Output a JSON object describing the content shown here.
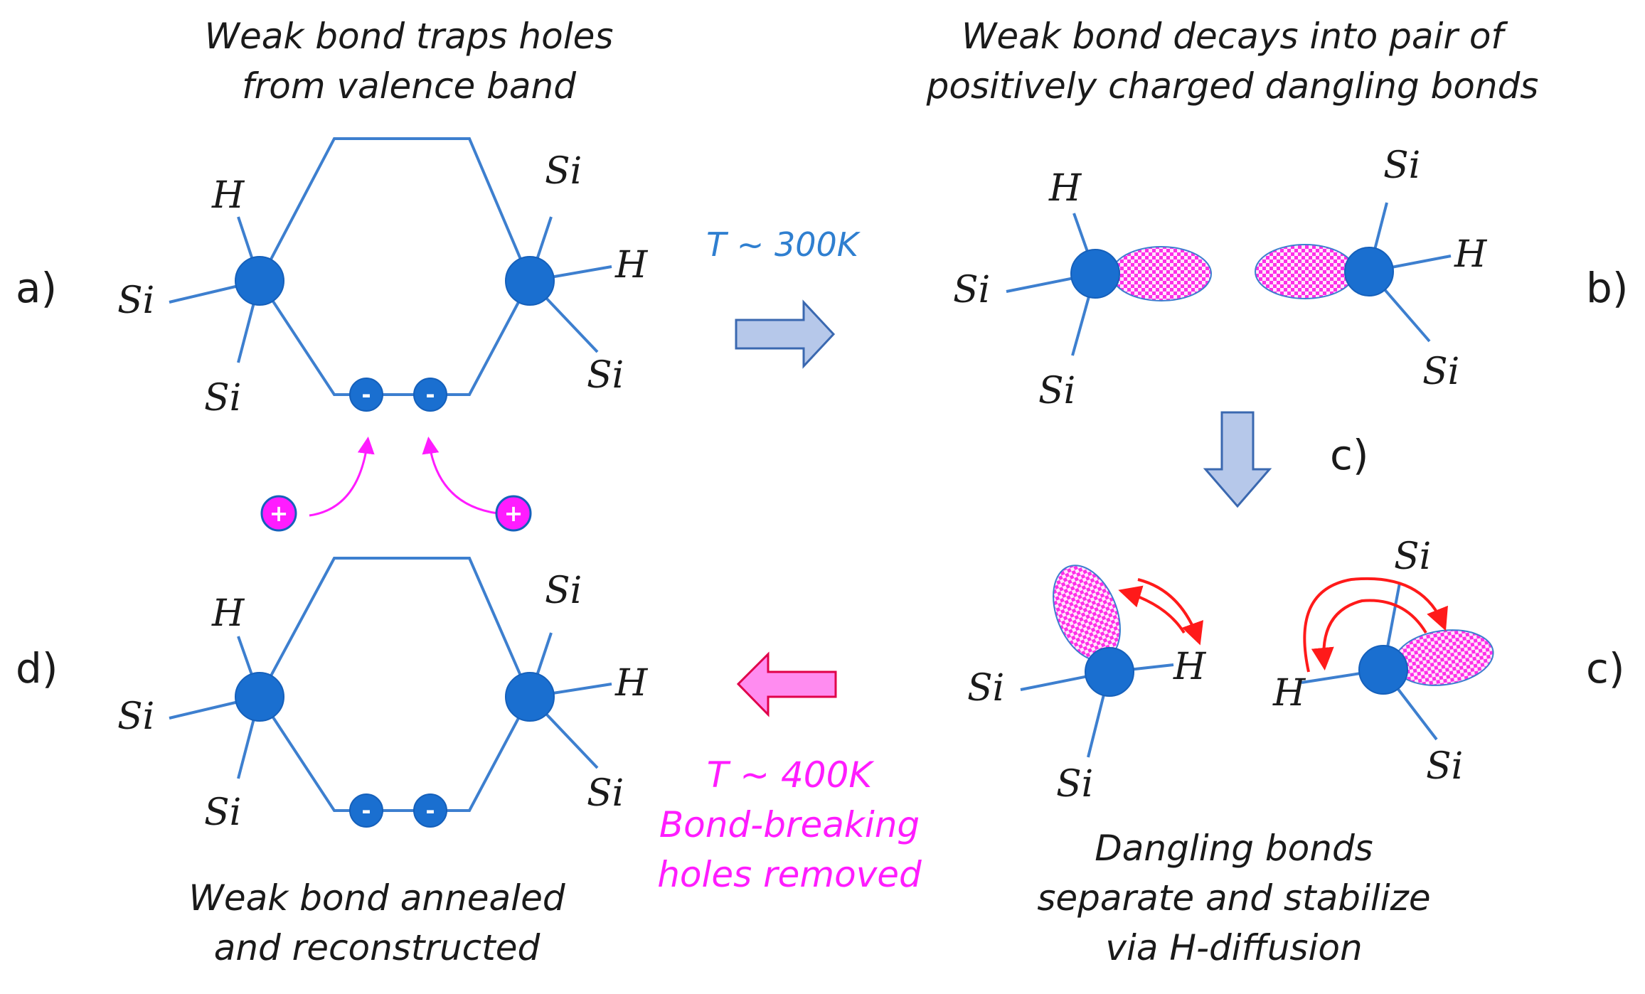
{
  "captions": {
    "a_line1": "Weak bond traps holes",
    "a_line2": "from valence band",
    "b_line1": "Weak bond decays into pair of",
    "b_line2": "positively charged dangling bonds",
    "c_line1": "Dangling bonds",
    "c_line2": "separate and stabilize",
    "c_line3": "via H-diffusion",
    "d_line1": "Weak bond annealed",
    "d_line2": "and reconstructed"
  },
  "panel_labels": {
    "a": "a)",
    "b": "b)",
    "c_mid": "c)",
    "c_right": "c)",
    "d": "d)"
  },
  "conditions": {
    "forward_temp": "T ~ 300K",
    "reverse_temp": "T ~ 400K",
    "reverse_line2": "Bond-breaking",
    "reverse_line3": "holes removed"
  },
  "atoms": {
    "si": "Si",
    "h": "H"
  },
  "charges": {
    "electron": "-",
    "hole": "+"
  },
  "colors": {
    "bond": "#3d7fcf",
    "atom": "#1a6fd0",
    "hole": "#ff1cff",
    "forward_arrow": "#b6c8ea",
    "reverse_arrow": "#ff8cf0",
    "diffusion_arrow": "#ff1a1a"
  },
  "icons": {
    "forward_arrow": "right-arrow-icon",
    "down_arrow": "down-arrow-icon",
    "reverse_arrow": "left-arrow-icon"
  }
}
